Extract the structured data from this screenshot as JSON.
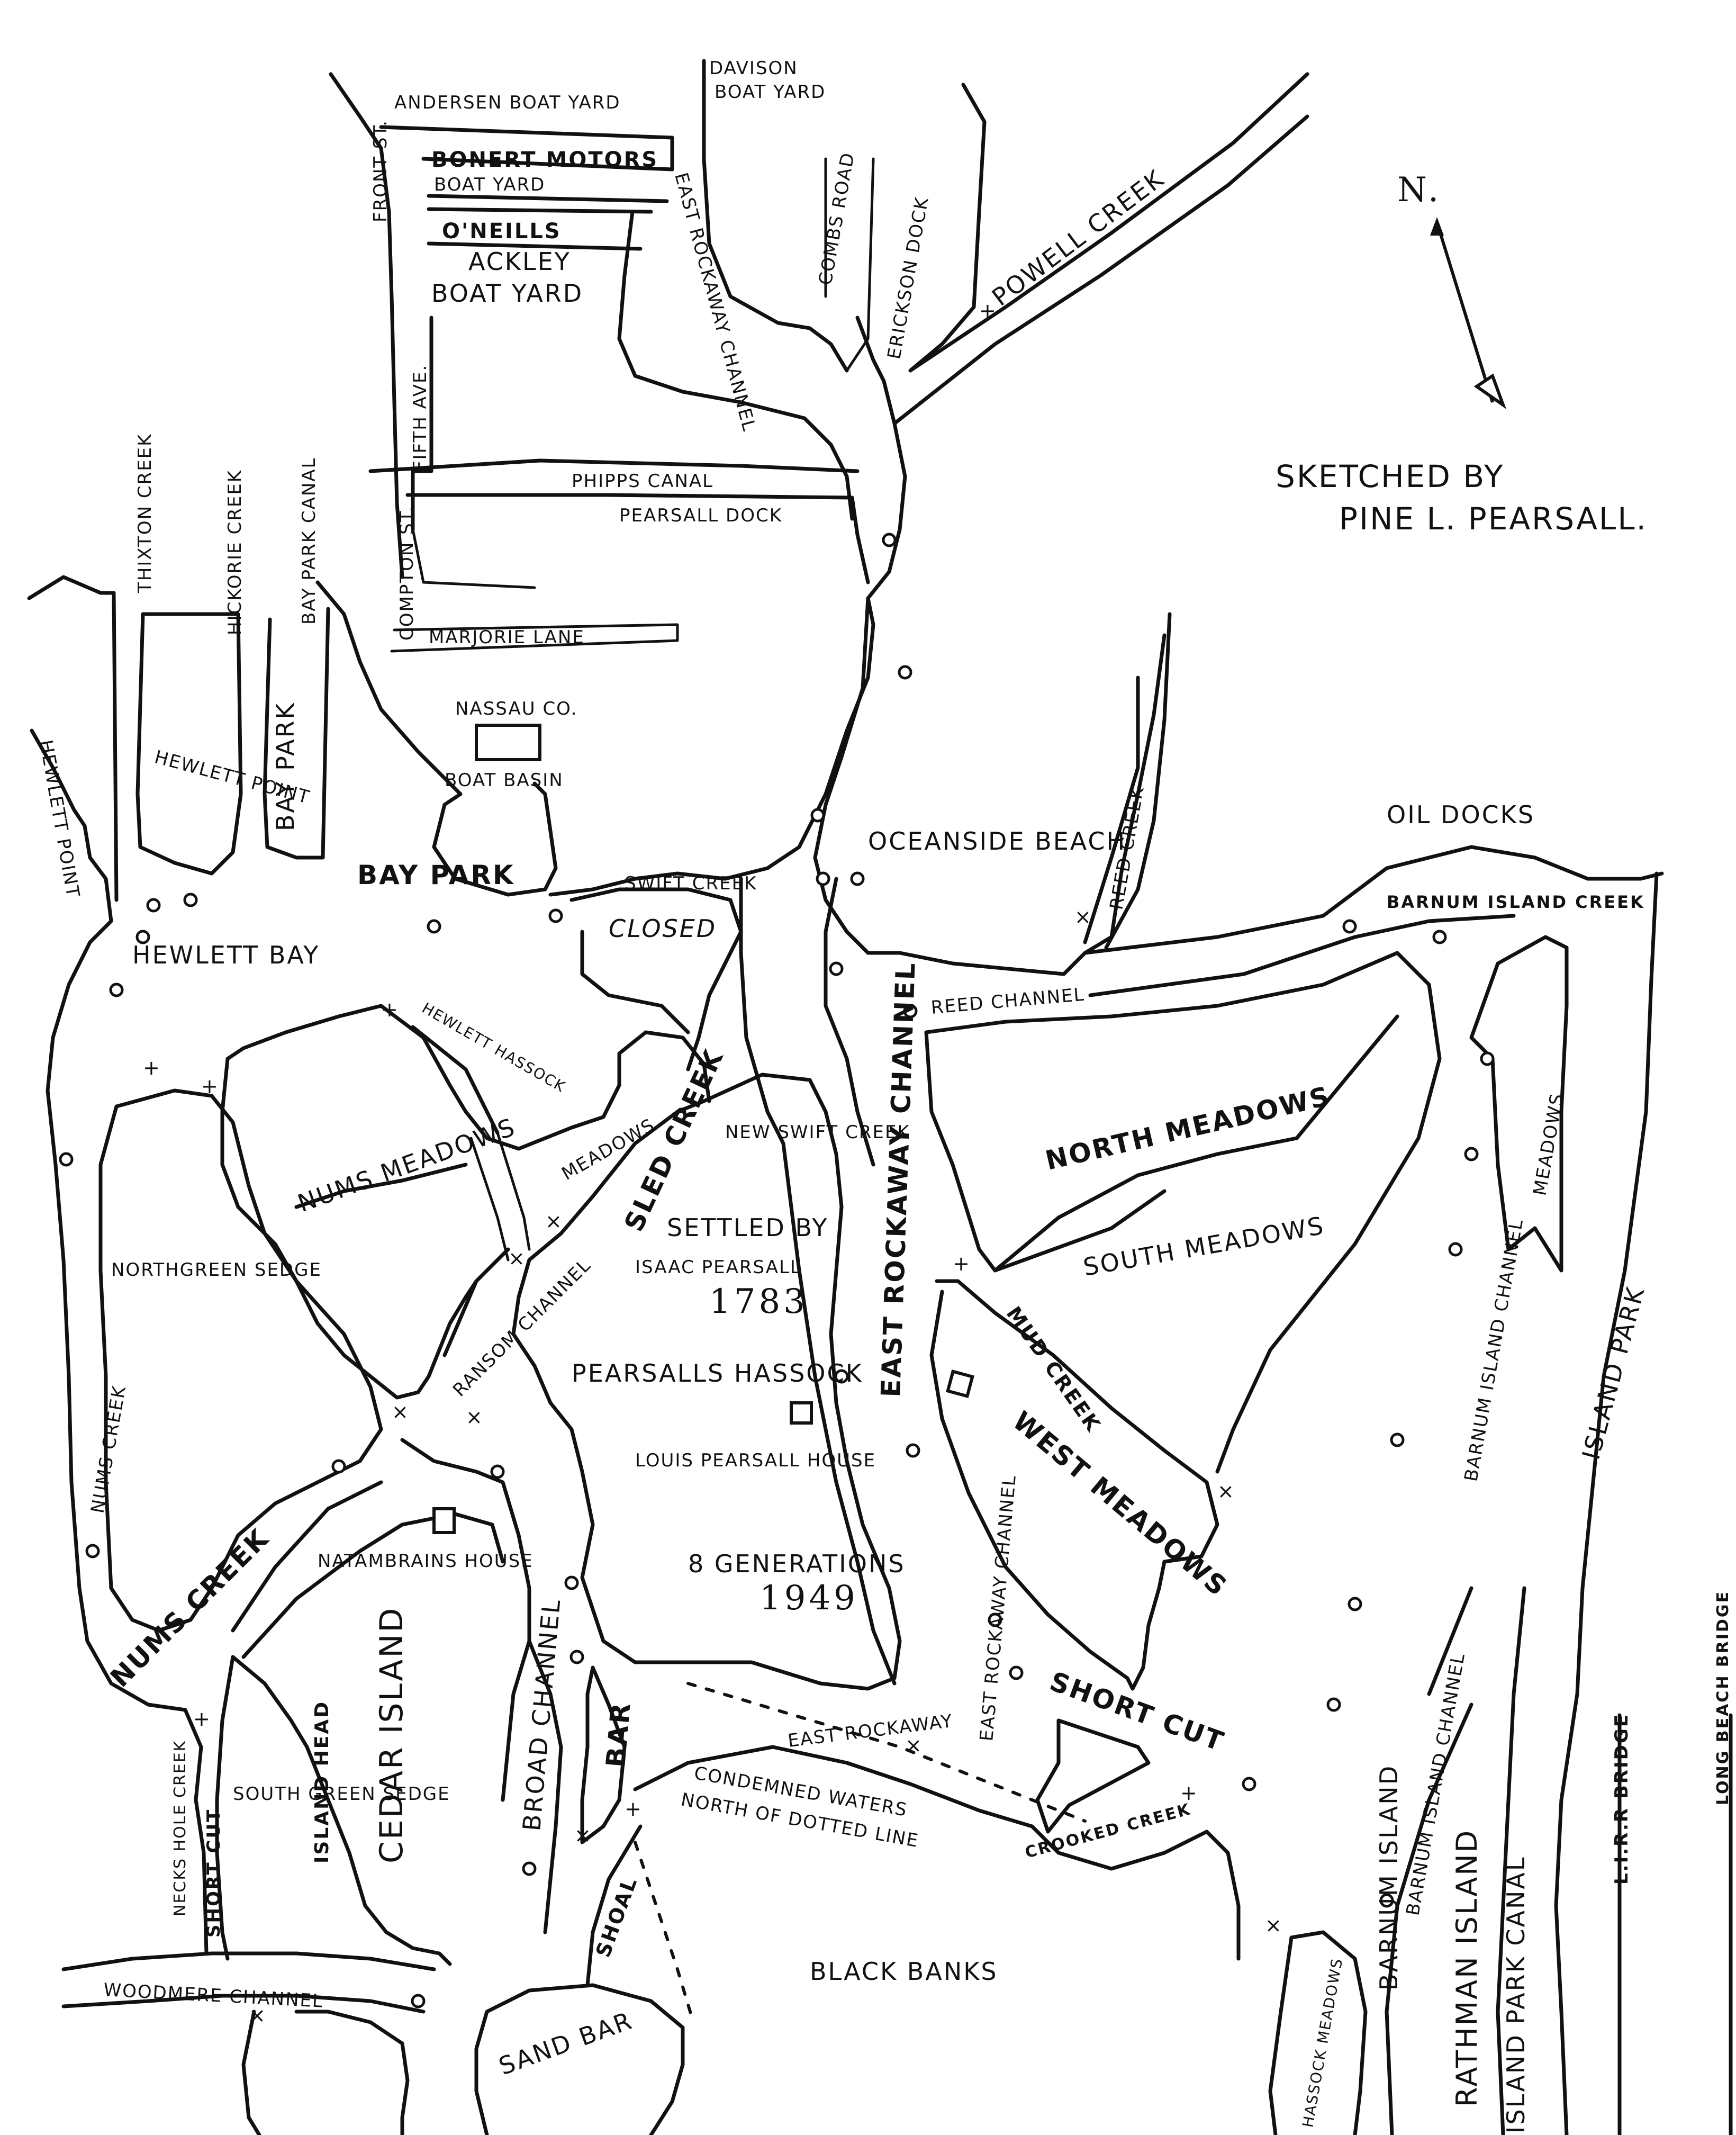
{
  "credit": {
    "line1": "SKETCHED BY",
    "line2": "PINE L. PEARSALL."
  },
  "north_arrow": {
    "label": "N."
  },
  "labels": {
    "andersen_boat_yard": "ANDERSEN BOAT YARD",
    "bonert_motors": "BONERT MOTORS",
    "boat_yard": "BOAT YARD",
    "oneills": "O'NEILLS",
    "ackley": "ACKLEY",
    "ackley_boat_yard": "BOAT YARD",
    "front_st": "FRONT ST.",
    "davison": "DAVISON",
    "davison_boat_yard": "BOAT YARD",
    "east_rockaway_channel_upper": "EAST ROCKAWAY CHANNEL",
    "combs_road": "COMBS ROAD",
    "erickson_dock": "ERICKSON DOCK",
    "powell_creek": "POWELL CREEK",
    "fifth_ave": "FIFTH AVE.",
    "phipps_canal": "PHIPPS CANAL",
    "pearsall_dock": "PEARSALL DOCK",
    "compton_st": "COMPTON ST.",
    "marjorie_lane": "MARJORIE LANE",
    "thixton_creek": "THIXTON CREEK",
    "hickorie_creek": "HICKORIE CREEK",
    "bay_park_canal": "BAY PARK CANAL",
    "hewlett_bay": "HEWLETT BAY",
    "hewlett_point": "HEWLETT POINT",
    "bay_park_vertical": "BAY PARK",
    "bay_park": "BAY PARK",
    "nassau_co": "NASSAU CO.",
    "boat_basin": "BOAT BASIN",
    "swift_creek": "SWIFT CREEK",
    "closed": "CLOSED",
    "oceanside_beach": "OCEANSIDE BEACH",
    "reed_creek": "REED CREEK",
    "oil_docks": "OIL DOCKS",
    "barnum_island_creek": "BARNUM ISLAND CREEK",
    "reed_channel": "REED CHANNEL",
    "north_meadows": "NORTH MEADOWS",
    "south_meadows": "SOUTH MEADOWS",
    "meadows_right": "MEADOWS",
    "barnum_island_channel": "BARNUM ISLAND CHANNEL",
    "island_park": "ISLAND PARK",
    "hewlett_hassock": "HEWLETT HASSOCK",
    "meadows_mid": "MEADOWS",
    "nums_meadows": "NUMS MEADOWS",
    "new_swift_creek": "NEW SWIFT CREEK",
    "sled_creek": "SLED CREEK",
    "settled_by": "SETTLED BY",
    "settled_name": "ISAAC PEARSALL",
    "settled_year": "1783",
    "east_rockaway_channel_mid": "EAST ROCKAWAY CHANNEL",
    "northgreen_sedge": "NORTHGREEN SEDGE",
    "nums_creek": "NUMS CREEK",
    "ransom_channel": "RANSOM CHANNEL",
    "pearsalls_hassock": "PEARSALLS HASSOCK",
    "louis_pearsall_house": "LOUIS PEARSALL HOUSE",
    "mud_creek": "MUD CREEK",
    "west_meadows": "WEST MEADOWS",
    "eight_generations": "8 GENERATIONS",
    "year_1949": "1949",
    "nums_creek_lower": "NUMS CREEK",
    "natambrains_house": "NATAMBRAINS HOUSE",
    "cedar_island": "CEDAR ISLAND",
    "broad_channel": "BROAD CHANNEL",
    "east_rockaway_channel_lower": "EAST ROCKAWAY CHANNEL",
    "short_cut_right": "SHORT CUT",
    "east_rockaway": "EAST ROCKAWAY",
    "condemned_waters_1": "CONDEMNED WATERS",
    "condemned_waters_2": "NORTH OF DOTTED LINE",
    "crooked_creek": "CROOKED CREEK",
    "bar": "BAR",
    "necks_hole_creek": "NECKS HOLE CREEK",
    "short_cut_left": "SHORT CUT",
    "south_green_sedge": "SOUTH GREEN SEDGE",
    "island_head": "ISLAND HEAD",
    "shoal": "SHOAL",
    "black_banks": "BLACK BANKS",
    "woodmere_channel": "WOODMERE CHANNEL",
    "sand_bar": "SAND BAR",
    "barnum_island_channel_lower": "BARNUM ISLAND CHANNEL",
    "barnum_island": "BARNUM ISLAND",
    "rathman_island": "RATHMAN ISLAND",
    "island_park_canal": "ISLAND PARK CANAL",
    "hassock_meadows": "HASSOCK MEADOWS",
    "lirr_bridge": "L.I.R.R BRIDGE",
    "long_beach_bridge": "LONG BEACH BRIDGE"
  }
}
